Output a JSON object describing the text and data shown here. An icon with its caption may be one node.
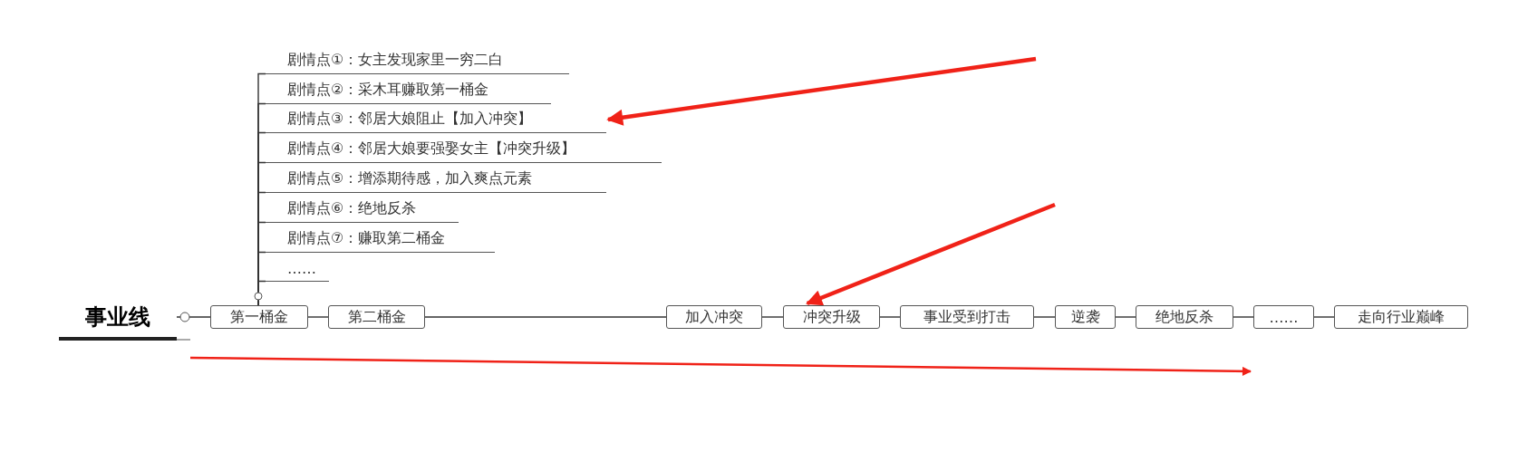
{
  "diagram": {
    "nodes": [
      {
        "text": [
          "事业线"
        ]
      },
      {
        "text": [
          "第一桶金"
        ]
      },
      {
        "text": [
          "第二桶金"
        ]
      },
      {
        "text": [
          "剧情点①：女主发现家里一穷二白"
        ]
      },
      {
        "text": [
          "剧情点②：采木耳赚取第一桶金"
        ]
      },
      {
        "text": [
          "剧情点③：邻居大娘阻止【加入冲突】"
        ]
      },
      {
        "text": [
          "剧情点④：邻居大娘要强娶女主【冲突升级】"
        ]
      },
      {
        "text": [
          "剧情点⑤：增添期待感，加入爽点元素"
        ]
      },
      {
        "text": [
          "剧情点⑥：绝地反杀"
        ]
      },
      {
        "text": [
          "剧情点⑦：赚取第二桶金"
        ]
      },
      {
        "text": [
          "……"
        ]
      },
      {
        "text": [
          "加入冲突"
        ]
      },
      {
        "text": [
          "冲突升级"
        ]
      },
      {
        "text": [
          "事业受到打击"
        ]
      },
      {
        "text": [
          "逆袭"
        ]
      },
      {
        "text": [
          "绝地反杀"
        ]
      },
      {
        "text": [
          "……"
        ]
      },
      {
        "text": [
          "走向行业巅峰"
        ]
      }
    ],
    "edges": [
      {
        "from": 0,
        "to": 1,
        "arrow": "none"
      },
      {
        "from": 1,
        "to": 2,
        "arrow": "none"
      },
      {
        "from": 2,
        "to": 11,
        "arrow": "none"
      },
      {
        "from": 11,
        "to": 12,
        "arrow": "none"
      },
      {
        "from": 12,
        "to": 13,
        "arrow": "none"
      },
      {
        "from": 13,
        "to": 14,
        "arrow": "none"
      },
      {
        "from": 14,
        "to": 15,
        "arrow": "none"
      },
      {
        "from": 15,
        "to": 16,
        "arrow": "none"
      },
      {
        "from": 16,
        "to": 17,
        "arrow": "none"
      },
      {
        "from": 1,
        "to": 3,
        "arrow": "none"
      },
      {
        "from": 1,
        "to": 4,
        "arrow": "none"
      },
      {
        "from": 1,
        "to": 5,
        "arrow": "none"
      },
      {
        "from": 1,
        "to": 6,
        "arrow": "none"
      },
      {
        "from": 1,
        "to": 7,
        "arrow": "none"
      },
      {
        "from": 1,
        "to": 8,
        "arrow": "none"
      },
      {
        "from": 1,
        "to": 9,
        "arrow": "none"
      },
      {
        "from": 1,
        "to": 10,
        "arrow": "none"
      },
      {
        "from": null,
        "to": 5,
        "arrow": "to",
        "style": "thick",
        "color": "#f02218"
      },
      {
        "from": null,
        "to": 12,
        "arrow": "to",
        "style": "thick",
        "color": "#f02218"
      }
    ]
  }
}
